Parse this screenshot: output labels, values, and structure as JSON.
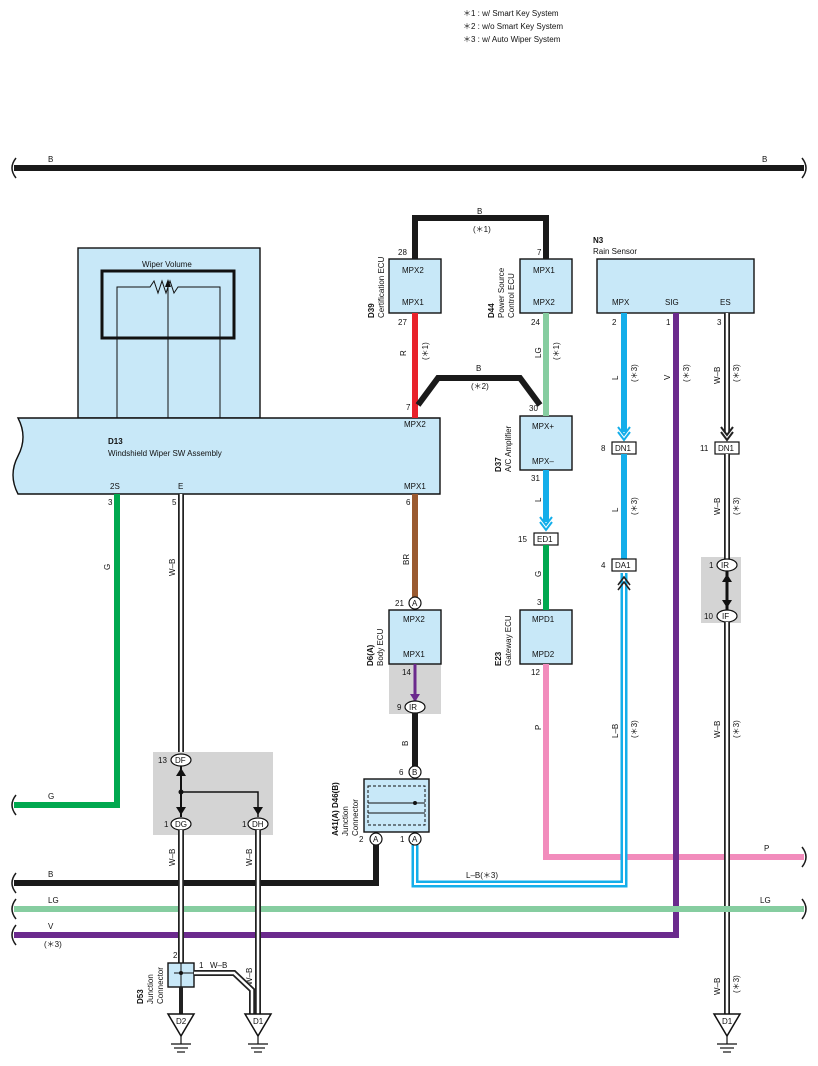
{
  "notes": [
    "＊1 : w/ Smart Key System",
    "＊2 : w/o Smart Key System",
    "＊3 : w/ Auto Wiper System"
  ],
  "wires": {
    "b": "B",
    "b_star1": "(＊1)",
    "b_star2": "(＊2)",
    "r": "R",
    "lg": "LG",
    "star1": "(＊1)",
    "br": "BR",
    "l": "L",
    "star3": "(＊3)",
    "g": "G",
    "p": "P",
    "v": "V",
    "wb": "W–B",
    "lb": "L–B",
    "lb_star3": "L–B(＊3)"
  },
  "components": {
    "wiper_volume": "Wiper Volume",
    "d13": {
      "code": "D13",
      "name": "Windshield Wiper SW Assembly",
      "mpx2": "MPX2",
      "mpx1": "MPX1",
      "s2": "2S",
      "e": "E"
    },
    "d39": {
      "code": "D39",
      "name": "Certification ECU",
      "mpx2": "MPX2",
      "mpx1": "MPX1"
    },
    "d44": {
      "code": "D44",
      "name1": "Power Source",
      "name2": "Control ECU",
      "mpx1": "MPX1",
      "mpx2": "MPX2"
    },
    "n3": {
      "code": "N3",
      "name": "Rain Sensor",
      "mpx": "MPX",
      "sig": "SIG",
      "es": "ES"
    },
    "d37": {
      "code": "D37",
      "name": "A/C Amplifier",
      "mpxp": "MPX+",
      "mpxm": "MPX–"
    },
    "e23": {
      "code": "E23",
      "name": "Gateway ECU",
      "mpd1": "MPD1",
      "mpd2": "MPD2"
    },
    "d6": {
      "code": "D6(A)",
      "name": "Body ECU",
      "mpx2": "MPX2",
      "mpx1": "MPX1"
    },
    "a41": {
      "code": "A41(A)  D46(B)",
      "name1": "Junction",
      "name2": "Connector"
    },
    "d53": {
      "code": "D53",
      "name1": "Junction",
      "name2": "Connector"
    }
  },
  "connectors": {
    "ed1": "ED1",
    "dn1": "DN1",
    "da1": "DA1",
    "ir": "IR",
    "if": "IF",
    "df": "DF",
    "dg": "DG",
    "dh": "DH",
    "a": "A",
    "b": "B",
    "d1": "D1",
    "d2": "D2"
  },
  "pins": {
    "p28": "28",
    "p27": "27",
    "p7": "7",
    "p24": "24",
    "p2": "2",
    "p1": "1",
    "p3": "3",
    "p30": "30",
    "p31": "31",
    "p6": "6",
    "p5": "5",
    "p15": "15",
    "p8": "8",
    "p11": "11",
    "p4": "4",
    "p10": "10",
    "p21": "21",
    "p14": "14",
    "p9": "9",
    "p12": "12",
    "p13": "13"
  },
  "colors": {
    "B": "#1a1a1a",
    "R": "#e8212a",
    "LG": "#86cda0",
    "BR": "#9a5a30",
    "L": "#14aeea",
    "G": "#00a84f",
    "P": "#f28cbc",
    "V": "#6b2a8d",
    "WB_outline": "#222222",
    "box": "#c8e8f8",
    "shade": "#d4d4d4"
  }
}
